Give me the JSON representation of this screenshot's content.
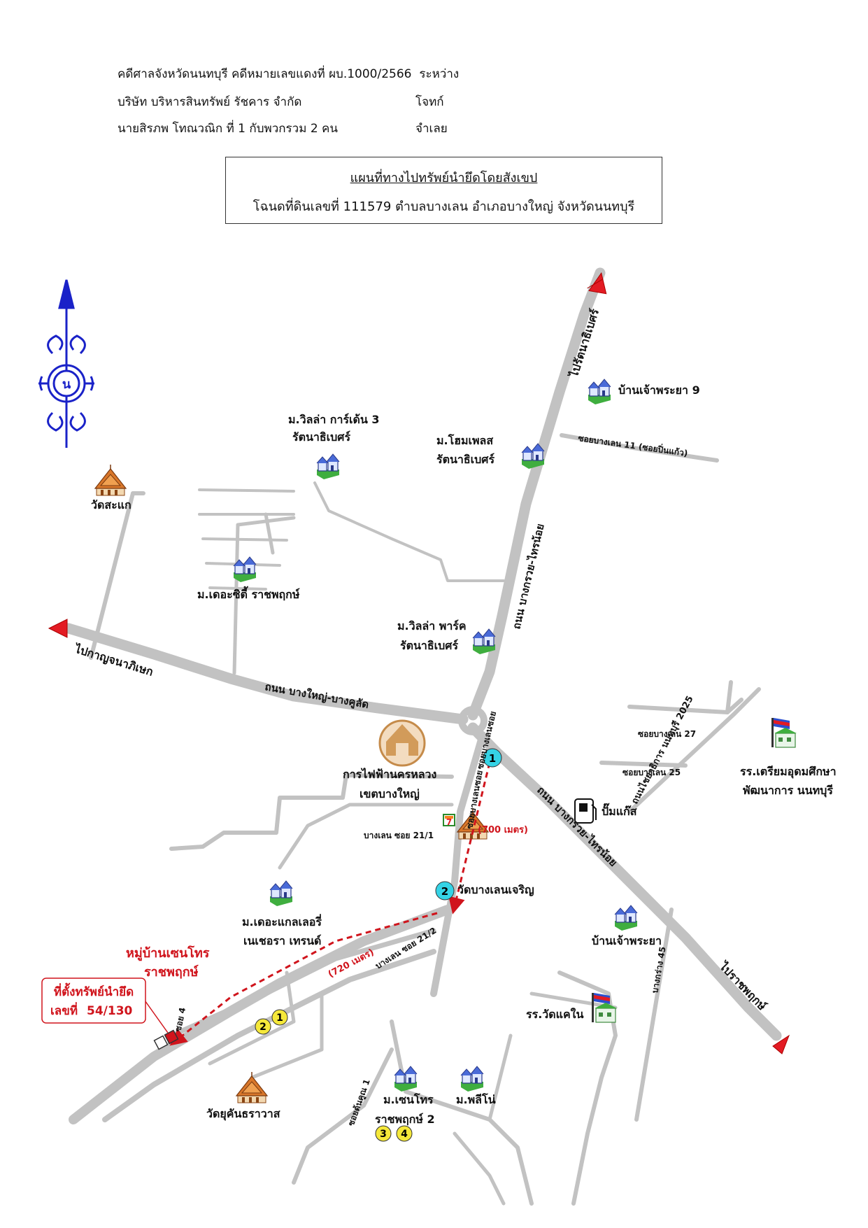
{
  "header": {
    "court_line": "คดีศาลจังหวัดนนทบุรี คดีหมายเลขแดงที่ ผบ.1000/2566",
    "between": "ระหว่าง",
    "plaintiff_name": "บริษัท บริหารสินทรัพย์ รัชคาร จำกัด",
    "plaintiff_role": "โจทก์",
    "defendant_name": "นายสิรภพ โทณวณิก ที่ 1 กับพวกรวม 2 คน",
    "defendant_role": "จำเลย"
  },
  "title": {
    "line1": "แผนที่ทางไปทรัพย์นำยึดโดยสังเขป",
    "line2": "โฉนดที่ดินเลขที่ 111579 ตำบลบางเลน อำเภอบางใหญ่ จังหวัดนนทบุรี"
  },
  "map": {
    "compass_letter": "น",
    "directions": {
      "to_rattanathibet": "ไปรัตนาธิเบศร์",
      "to_kanchanaphisek": "ไปกาญจนาภิเษก",
      "to_ratchaphruek": "ไปราชพฤกษ์"
    },
    "roads": {
      "bangkruai_north": "ถนน บางกรวย-ไทรน้อย",
      "bangkruai_south": "ถนน บางกรวย-ไทรน้อย",
      "bangyai_bangkhulat": "ถนน บางใหญ่-บางคูลัด",
      "soi_banglen_11": "ซอยบางเลน 11 (ซอยปิ่นแก้ว)",
      "soi_banglen_27": "ซอยบางเลน 27",
      "soi_banglen_25": "ซอยบางเลน 25",
      "nonthaburi_2025": "ถนนไชยาธิการ นนทบุรี 2025",
      "soi_banglen_21": "ซอยบางเลนซอย 21",
      "soi_bangphai": "ซอยบางเลนซอย",
      "banglen_21_1": "บางเลน ซอย 21/1",
      "banglen_21_2": "บางเลน ซอย 21/2",
      "bangkrang_45": "บางกร่าง 45",
      "soi_4": "ซอย 4",
      "soi_ton_khun_1": "ซอยต้นคูณ 1"
    },
    "places": {
      "ban_chao_phraya_9": "บ้านเจ้าพระยา 9",
      "villa_garden_3_a": "ม.วิลล่า การ์เด้น 3",
      "villa_garden_3_b": "รัตนาธิเบศร์",
      "home_place_a": "ม.โฮมเพลส",
      "home_place_b": "รัตนาธิเบศร์",
      "wat_sakae": "วัดสะแก",
      "the_city": "ม.เดอะซิตี้ ราชพฤกษ์",
      "villa_park_a": "ม.วิลล่า พาร์ค",
      "villa_park_b": "รัตนาธิเบศร์",
      "pea_a": "การไฟฟ้านครหลวง",
      "pea_b": "เขตบางใหญ่",
      "gas_station": "ปั๊มแก๊ส",
      "school_triam_a": "รร.เตรียมอุดมศึกษา",
      "school_triam_b": "พัฒนาการ นนทบุรี",
      "wat_bangleng": "วัดบางเลนเจริญ",
      "the_gallery_a": "ม.เดอะแกลเลอรี่",
      "the_gallery_b": "เนเชอรา เทรนด์",
      "ban_chao_phraya": "บ้านเจ้าพระยา",
      "village_red_a": "หมู่บ้านเซนโทร",
      "village_red_b": "ราชพฤกษ์",
      "school_wat_khae": "รร.วัดแคใน",
      "wat_yukhan": "วัดยุคันธราวาส",
      "centro_2_a": "ม.เซนโทร",
      "centro_2_b": "ราชพฤกษ์ 2",
      "plino": "ม.พลีโน่"
    },
    "property_label": {
      "line1": "ที่ตั้งทรัพย์นำยึด",
      "line2_prefix": "เลขที่",
      "line2_number": "54/130"
    },
    "distances": {
      "d700": "(700 เมตร)",
      "d720": "(720 เมตร)"
    },
    "markers": {
      "cyan_1": "1",
      "cyan_2": "2",
      "yellow_1": "1",
      "yellow_2": "2",
      "yellow_3": "3",
      "yellow_4": "4"
    },
    "store_sign": "7"
  },
  "colors": {
    "road": "#c2c2c2",
    "route": "#d0141c",
    "compass": "#1a22c8",
    "marker_cyan": "#35d3e6",
    "marker_yellow": "#f5e83a",
    "house_green": "#3fae3f"
  }
}
